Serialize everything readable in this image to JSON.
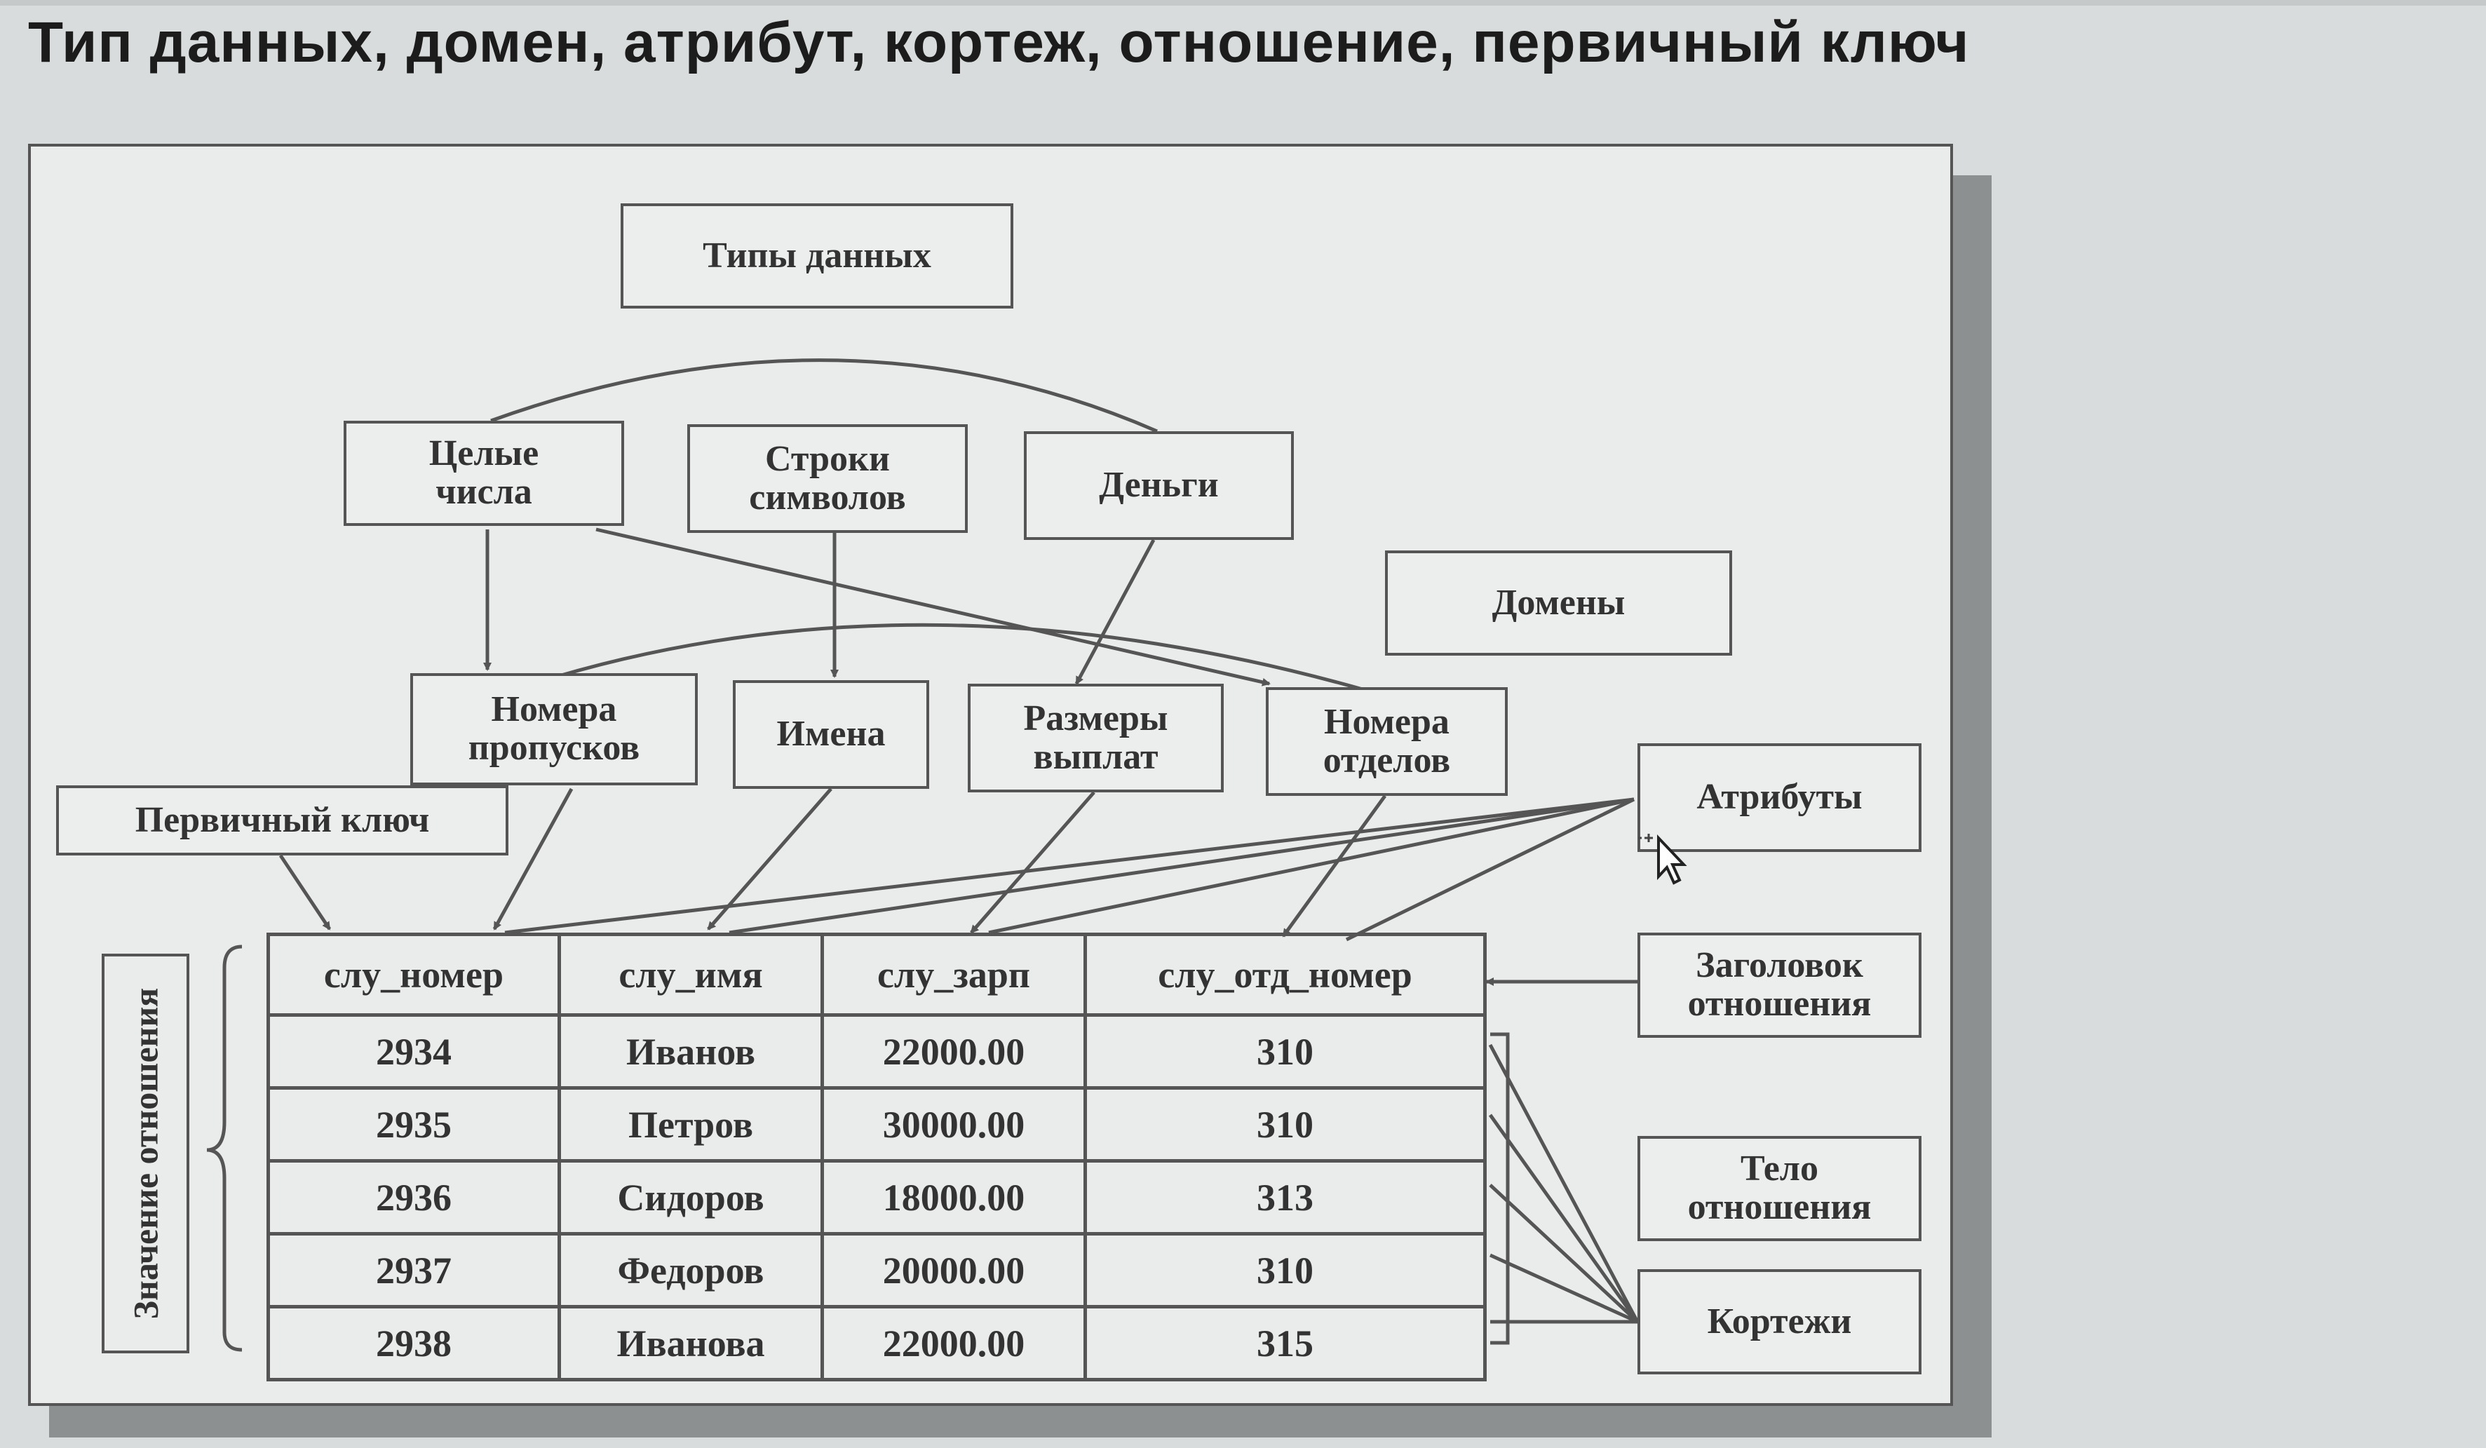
{
  "slide": {
    "title": "Тип данных, домен, атрибут, кортеж, отношение, первичный ключ"
  },
  "diagram": {
    "data_types_label": "Типы данных",
    "types": [
      {
        "line1": "Целые",
        "line2": "числа"
      },
      {
        "line1": "Строки",
        "line2": "символов"
      },
      {
        "line1": "Деньги",
        "line2": ""
      }
    ],
    "domains_label": "Домены",
    "domains": [
      {
        "line1": "Номера",
        "line2": "пропусков"
      },
      {
        "line1": "Имена",
        "line2": ""
      },
      {
        "line1": "Размеры",
        "line2": "выплат"
      },
      {
        "line1": "Номера",
        "line2": "отделов"
      }
    ],
    "primary_key_label": "Первичный ключ",
    "attributes_label": "Атрибуты",
    "header_label": {
      "line1": "Заголовок",
      "line2": "отношения"
    },
    "body_label": {
      "line1": "Тело",
      "line2": "отношения"
    },
    "tuples_label": "Кортежи",
    "relation_value_label": "Значение отношения"
  },
  "table": {
    "columns": [
      "слу_номер",
      "слу_имя",
      "слу_зарп",
      "слу_отд_номер"
    ],
    "rows": [
      [
        "2934",
        "Иванов",
        "22000.00",
        "310"
      ],
      [
        "2935",
        "Петров",
        "30000.00",
        "310"
      ],
      [
        "2936",
        "Сидоров",
        "18000.00",
        "313"
      ],
      [
        "2937",
        "Федоров",
        "20000.00",
        "310"
      ],
      [
        "2938",
        "Иванова",
        "22000.00",
        "315"
      ]
    ]
  },
  "colors": {
    "background": "#d9dcdc",
    "panel": "#eaeceb",
    "line": "#555555",
    "text": "#333333"
  }
}
